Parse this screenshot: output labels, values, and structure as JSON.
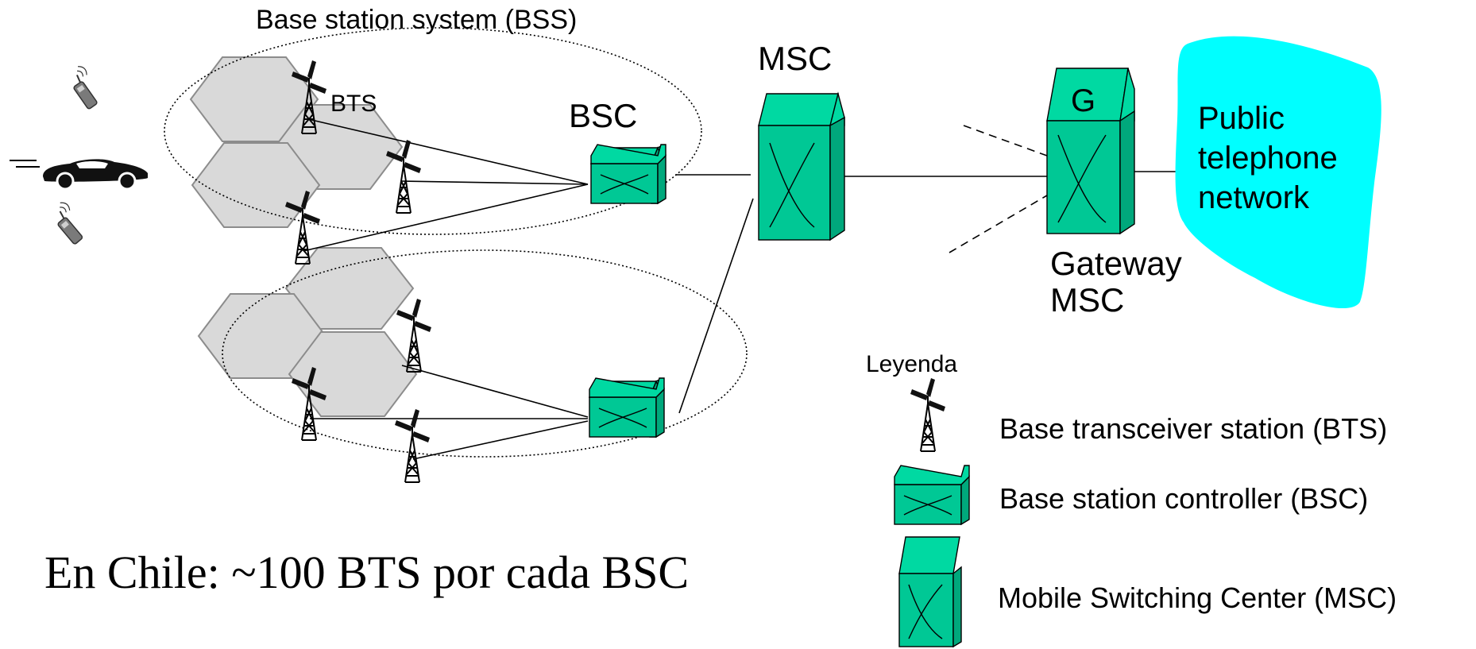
{
  "labels": {
    "bss_title": "Base station system (BSS)",
    "bts": "BTS",
    "bsc": "BSC",
    "msc": "MSC",
    "gateway_letter": "G",
    "gateway_line1": "Gateway",
    "gateway_line2": "MSC",
    "pstn_line1": "Public",
    "pstn_line2": "telephone",
    "pstn_line3": "network"
  },
  "legend": {
    "title": "Leyenda",
    "bts": "Base transceiver station (BTS)",
    "bsc": "Base station controller (BSC)",
    "msc": "Mobile Switching Center (MSC)"
  },
  "footnote": "En Chile: ~100 BTS por cada BSC",
  "colors": {
    "equipment": "#00c895",
    "cell": "#d9d9d9",
    "pstn_cloud": "#00ffff"
  },
  "icons": [
    "cell-phone-icon",
    "car-icon",
    "bts-tower-icon",
    "bsc-box-icon",
    "msc-box-icon"
  ]
}
